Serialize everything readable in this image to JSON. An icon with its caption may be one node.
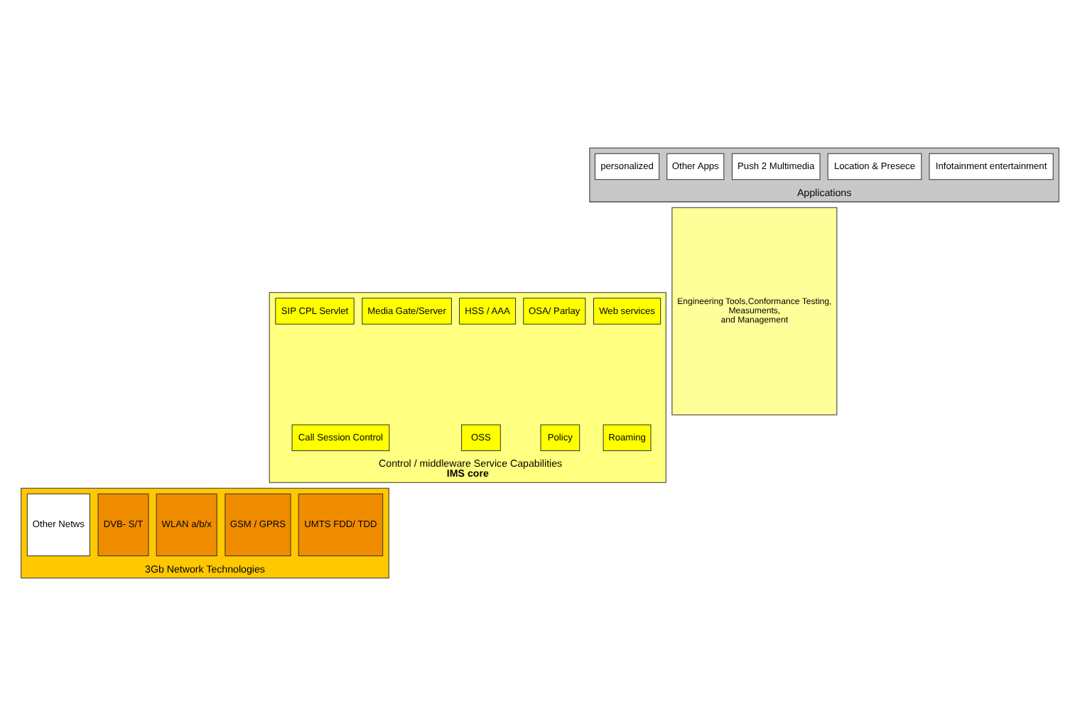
{
  "diagram": {
    "nodes": [
      {
        "text": [
          "Applications"
        ]
      },
      {
        "text": [
          "Infotainment entertainment"
        ],
        "in": 0
      },
      {
        "text": [
          "Location & Presece"
        ],
        "in": 0
      },
      {
        "text": [
          "Push 2 Multimedia"
        ],
        "in": 0
      },
      {
        "text": [
          "Other Apps"
        ],
        "in": 0
      },
      {
        "text": [
          "personalized"
        ],
        "in": 0
      },
      {
        "text": [
          "Control / middleware Service Capabilities",
          "IMS core"
        ]
      },
      {
        "text": [
          "Web services"
        ],
        "in": 6
      },
      {
        "text": [
          "OSA/ Parlay"
        ],
        "in": 6
      },
      {
        "text": [
          "HSS / AAA"
        ],
        "in": 6
      },
      {
        "text": [
          "Media Gate/Server"
        ],
        "in": 6
      },
      {
        "text": [
          "SIP CPL Servlet"
        ],
        "in": 6
      },
      {
        "text": [
          "Roaming"
        ],
        "in": 6
      },
      {
        "text": [
          "Policy"
        ],
        "in": 6
      },
      {
        "text": [
          "OSS"
        ],
        "in": 6
      },
      {
        "text": [
          "Call Session Control"
        ],
        "in": 6
      },
      {
        "text": [
          "3Gb Network Technologies"
        ]
      },
      {
        "text": [
          "UMTS FDD/ TDD"
        ],
        "in": 16
      },
      {
        "text": [
          "GSM / GPRS"
        ],
        "in": 16
      },
      {
        "text": [
          "WLAN a/b/x"
        ],
        "in": 16
      },
      {
        "text": [
          "DVB- S/T"
        ],
        "in": 16
      },
      {
        "text": [
          "Other Netws"
        ],
        "in": 16
      },
      {
        "text": [
          "Engineering Tools,Conformance Testing, Measuments, and Management"
        ]
      }
    ],
    "edges": []
  }
}
